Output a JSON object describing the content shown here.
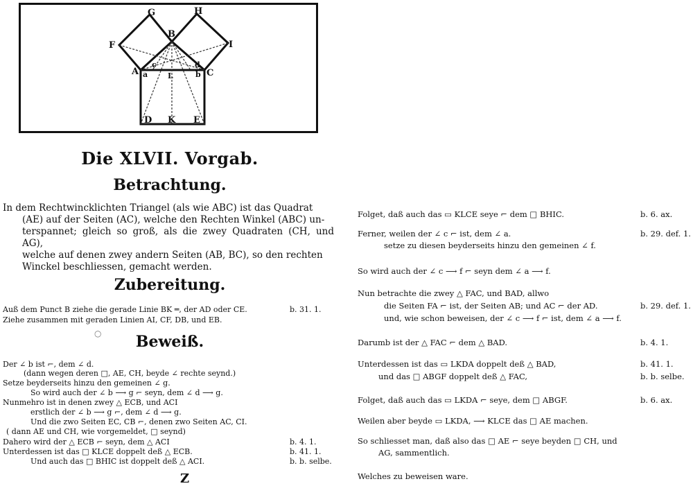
{
  "figure": {
    "labels": {
      "G": "G",
      "H": "H",
      "F": "F",
      "I": "I",
      "B": "B",
      "A": "A",
      "C": "C",
      "a": "a",
      "c": "c",
      "d": "d",
      "b": "b",
      "L": "L",
      "D": "D",
      "K": "K",
      "E": "E"
    }
  },
  "left": {
    "title": "Die XLVII. Vorgab.",
    "betrachtung_heading": "Betrachtung.",
    "betrachtung_lines": [
      "In dem Rechtwincklichten Triangel (als wie ABC) ist das Quadrat",
      "(AE) auf der Seiten (AC), welche den Rechten Winkel (ABC) un-",
      "terspannet; gleich so groß, als die zwey Quadraten (CH, und AG),",
      "welche auf denen zwey andern Seiten (AB, BC), so den rechten",
      "Winckel beschliessen, gemacht werden."
    ],
    "zubereitung_heading": "Zubereitung.",
    "zubereitung_lines": [
      {
        "text": "Auß dem Punct B ziehe die gerade Linie BK ═, der AD oder CE.",
        "ref": "b. 31. 1."
      },
      {
        "text": "Ziehe zusammen mit geraden Linien AI, CF, DB, und EB.",
        "ref": ""
      }
    ],
    "circle_mark": "○",
    "beweis_heading": "Beweiß.",
    "beweis_lines": [
      {
        "text": "Der ∠ b ist ⌐, dem ∠ d.",
        "indent": 0,
        "ref": ""
      },
      {
        "text": "(dann wegen deren □, AE, CH, beyde ∠ rechte seynd.)",
        "indent": 30,
        "ref": ""
      },
      {
        "text": "Setze beyderseits hinzu den gemeinen ∠ g.",
        "indent": 0,
        "ref": ""
      },
      {
        "text": "So wird auch der ∠ b ⟶ g ⌐ seyn, dem ∠ d ⟶ g.",
        "indent": 40,
        "ref": ""
      },
      {
        "text": "Nunmehro ist in denen zwey △ ECB, und ACI",
        "indent": 0,
        "ref": ""
      },
      {
        "text": "erstlich der ∠ b ⟶ g ⌐, dem ∠ d ⟶ g.",
        "indent": 40,
        "ref": ""
      },
      {
        "text": "Und die zwo Seiten EC, CB ⌐, denen zwo Seiten AC, CI.",
        "indent": 40,
        "ref": ""
      },
      {
        "text": "( dann AE und CH, wie vorgemeldet, □ seynd)",
        "indent": 5,
        "ref": ""
      },
      {
        "text": "Dahero wird der △ ECB ⌐ seyn, dem △ ACI",
        "indent": 0,
        "ref": "b. 4. 1."
      },
      {
        "text": "Unterdessen ist das □ KLCE doppelt deß △ ECB.",
        "indent": 0,
        "ref": "b. 41. 1."
      },
      {
        "text": "Und auch das □ BHIC ist doppelt deß △ ACI.",
        "indent": 40,
        "ref": "b. b. selbe."
      }
    ],
    "catchword": "Z"
  },
  "right": {
    "lines": [
      {
        "text": "Folget, daß auch das ▭ KLCE seye ⌐ dem □ BHIC.",
        "indent": 0,
        "ref": "b. 6. ax."
      },
      {
        "text": "Ferner, weilen der ∠ c ⌐ ist, dem ∠ a.",
        "indent": 0,
        "ref": "b. 29. def. 1."
      },
      {
        "text": "setze zu diesen beyderseits hinzu den gemeinen ∠ f.",
        "indent": 38,
        "ref": ""
      },
      {
        "text": "So wird auch der ∠ c ⟶ f ⌐ seyn dem ∠ a ⟶ f.",
        "indent": 0,
        "ref": ""
      },
      {
        "text": "Nun betrachte die zwey △ FAC, und BAD, allwo",
        "indent": 0,
        "ref": ""
      },
      {
        "text": "die Seiten FA ⌐ ist, der Seiten AB; und AC ⌐ der AD.",
        "indent": 38,
        "ref": "b. 29. def. 1."
      },
      {
        "text": "und, wie schon beweisen, der ∠ c ⟶ f ⌐ ist, dem ∠ a ⟶ f.",
        "indent": 38,
        "ref": ""
      },
      {
        "text": "Darumb ist der △ FAC ⌐ dem △ BAD.",
        "indent": 0,
        "ref": "b. 4. 1."
      },
      {
        "text": "Unterdessen ist das ▭ LKDA doppelt deß △ BAD,",
        "indent": 0,
        "ref": "b. 41. 1."
      },
      {
        "text": "und das □ ABGF doppelt deß △ FAC,",
        "indent": 30,
        "ref": "b. b. selbe."
      },
      {
        "text": "Folget, daß auch das ▭ LKDA ⌐ seye, dem □ ABGF.",
        "indent": 0,
        "ref": "b. 6. ax."
      },
      {
        "text": "Weilen aber beyde ▭ LKDA, ⟶ KLCE das □ AE machen.",
        "indent": 0,
        "ref": ""
      },
      {
        "text": "So schliesset man, daß also das □ AE ⌐ seye beyden □ CH, und",
        "indent": 0,
        "ref": ""
      },
      {
        "text": "AG, sammentlich.",
        "indent": 30,
        "ref": ""
      },
      {
        "text": "Welches zu beweisen ware.",
        "indent": 0,
        "ref": ""
      }
    ]
  }
}
